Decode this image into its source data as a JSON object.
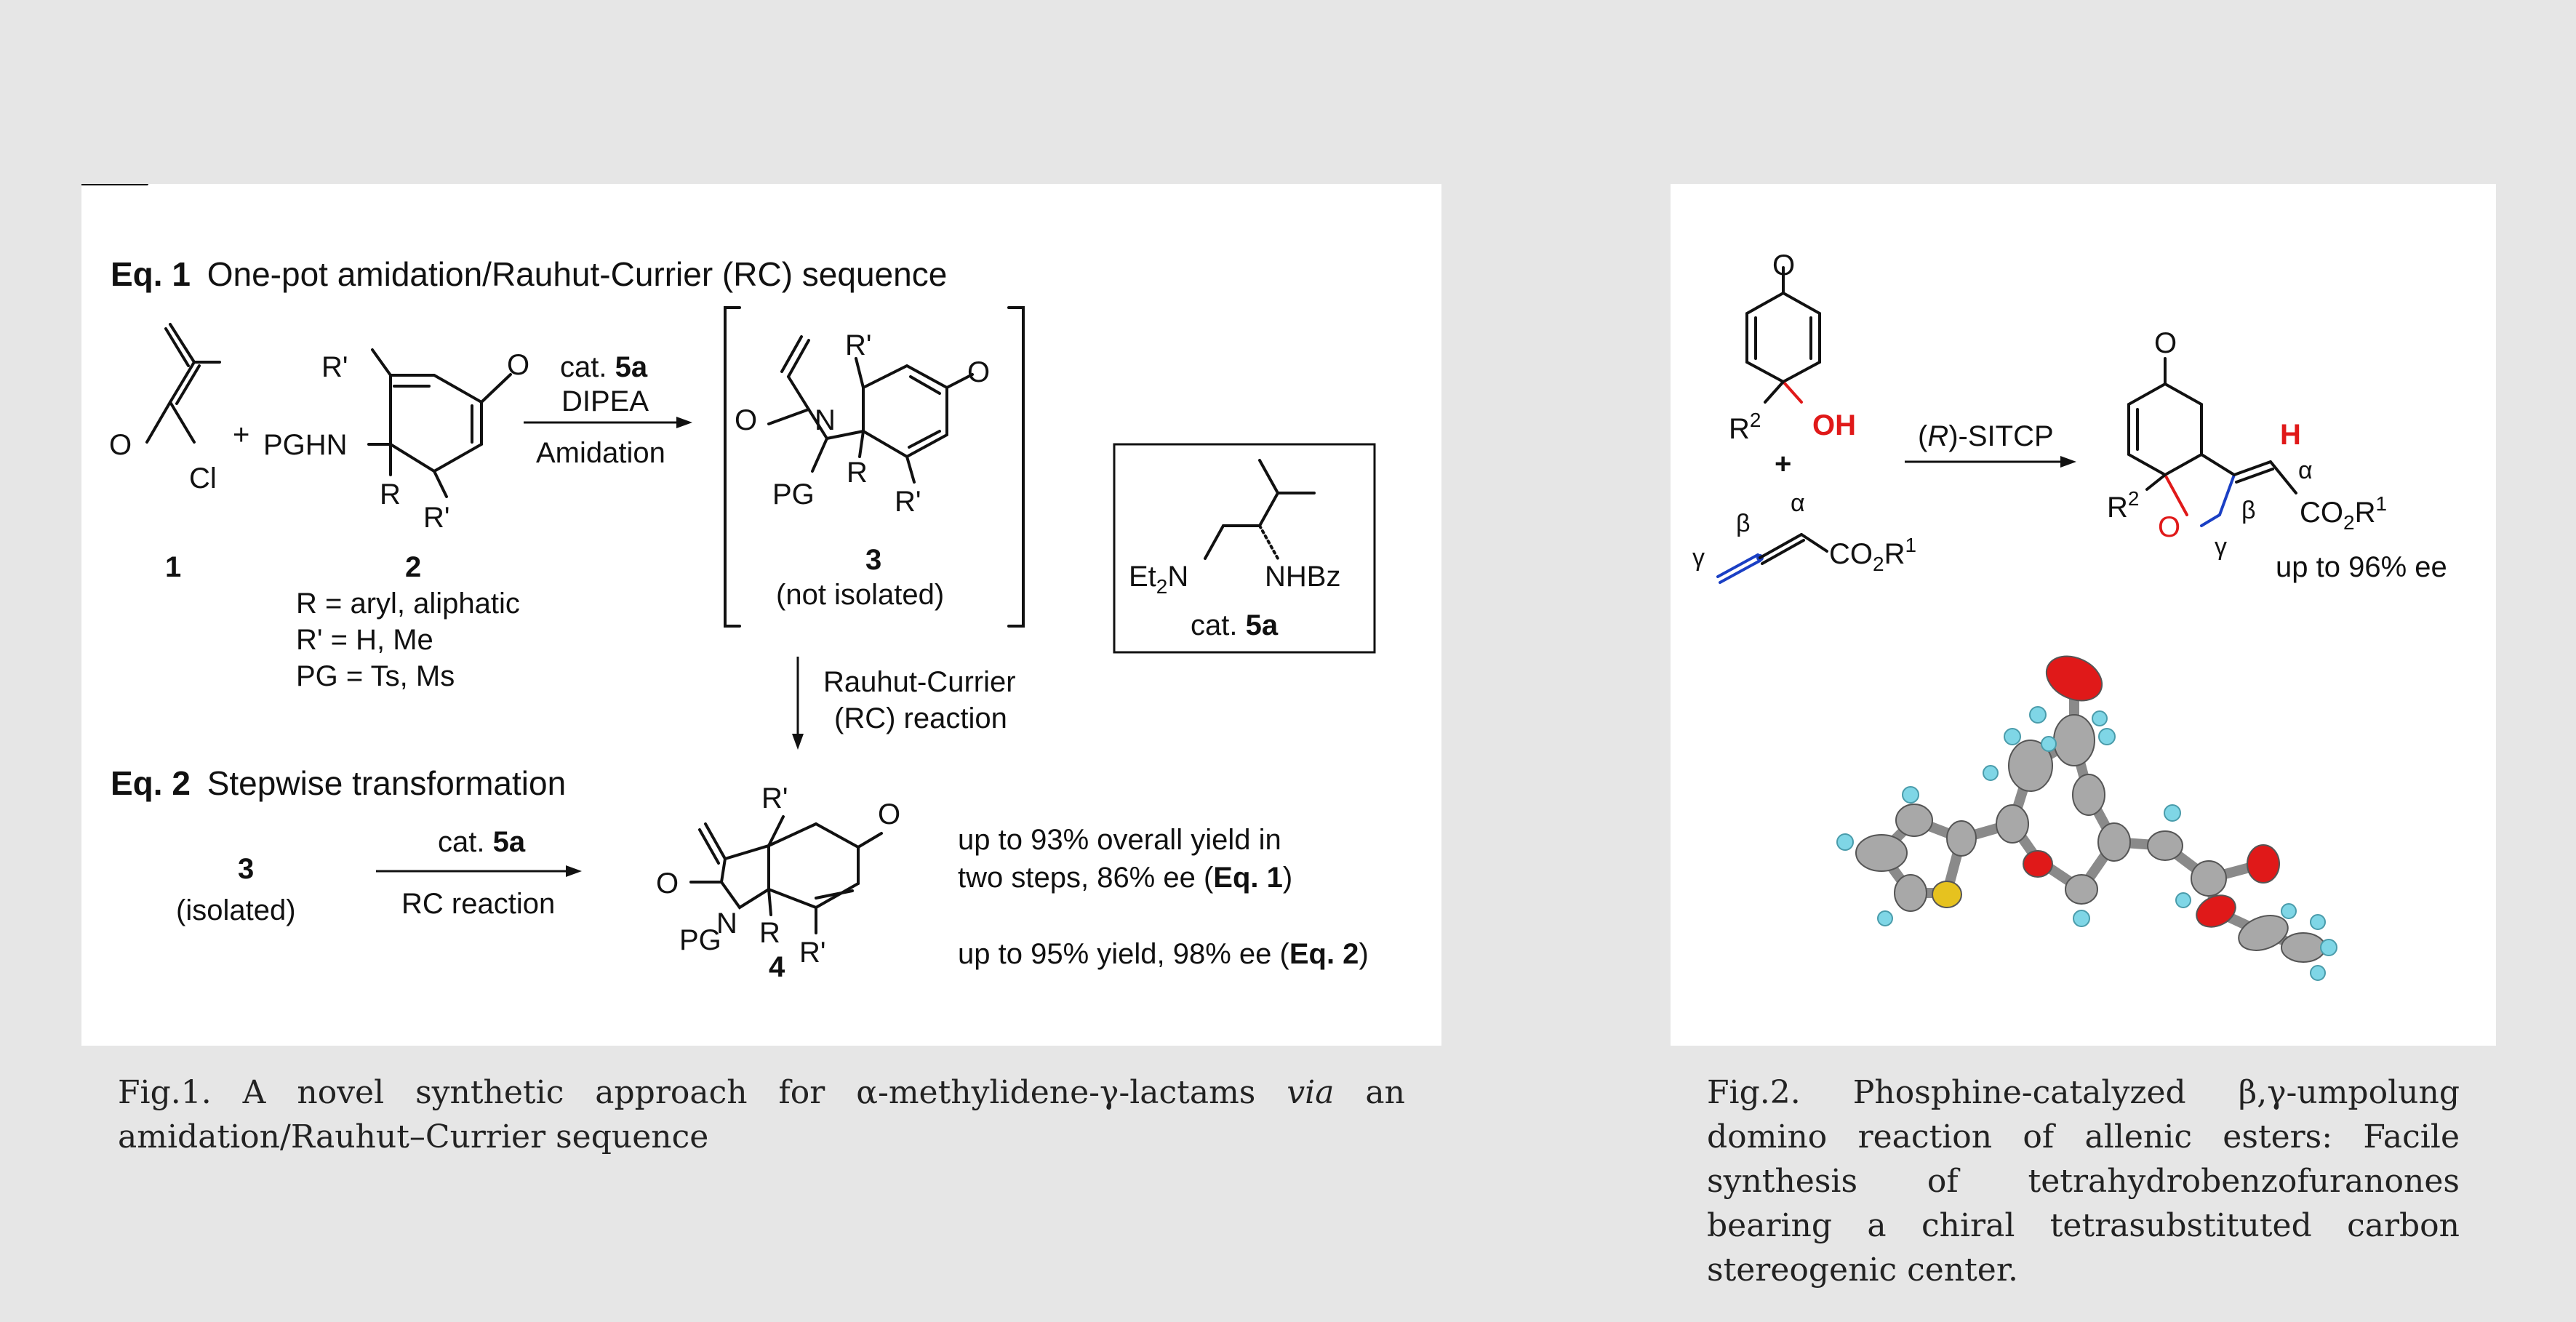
{
  "fig1": {
    "eq1_label": "Eq. 1",
    "eq1_title": "One-pot amidation/Rauhut-Currier (RC) sequence",
    "eq2_label": "Eq. 2",
    "eq2_title": "Stepwise transformation",
    "cmpd1_O": "O",
    "cmpd1_Cl": "Cl",
    "cmpd1_num": "1",
    "plus": "+",
    "cmpd2_Rp_top": "R'",
    "cmpd2_O": "O",
    "cmpd2_PGHN": "PGHN",
    "cmpd2_R": "R",
    "cmpd2_Rp_bot": "R'",
    "cmpd2_num": "2",
    "cmpd2_defs": [
      "R = aryl, aliphatic",
      "R' = H, Me",
      "PG = Ts, Ms"
    ],
    "arrow1_cat": "cat. ",
    "arrow1_cat_num": "5a",
    "arrow1_base": "DIPEA",
    "arrow1_label": "Amidation",
    "cmpd3_O1": "O",
    "cmpd3_N": "N",
    "cmpd3_PG": "PG",
    "cmpd3_R": "R",
    "cmpd3_Rp_top": "R'",
    "cmpd3_Rp_bot": "R'",
    "cmpd3_O2": "O",
    "cmpd3_num": "3",
    "cmpd3_note": "(not isolated)",
    "cat_Et2N": "Et",
    "cat_Et2N_sub": "2",
    "cat_N": "N",
    "cat_NHBz": "NHBz",
    "cat_label": "cat. ",
    "cat_label_num": "5a",
    "rc_line1": "Rauhut-Currier",
    "rc_line2": "(RC) reaction",
    "eq2_start_num": "3",
    "eq2_start_note": "(isolated)",
    "arrow2_cat": "cat. ",
    "arrow2_cat_num": "5a",
    "arrow2_label": "RC reaction",
    "cmpd4_O1": "O",
    "cmpd4_O2": "O",
    "cmpd4_N": "N",
    "cmpd4_PG": "PG",
    "cmpd4_R": "R",
    "cmpd4_Rp_top": "R'",
    "cmpd4_Rp_bot": "R'",
    "cmpd4_num": "4",
    "result1_line1": "up to 93% overall yield in",
    "result1_line2": "two steps, 86% ee (",
    "result1_ref": "Eq. 1",
    "result1_close": ")",
    "result2": "up to 95% yield, 98% ee (",
    "result2_ref": "Eq. 2",
    "result2_close": ")"
  },
  "fig2": {
    "sm_O": "O",
    "sm_R2": "R",
    "sm_R2_sup": "2",
    "sm_OH": "OH",
    "plus": "+",
    "gamma": "γ",
    "beta": "β",
    "alpha": "α",
    "allene_ester": "CO",
    "allene_ester_sub": "2",
    "allene_ester_R": "R",
    "allene_ester_sup": "1",
    "arrow_prefix": "(",
    "arrow_R": "R",
    "arrow_suffix": ")-SITCP",
    "prod_O": "O",
    "prod_H": "H",
    "prod_alpha": "α",
    "prod_beta": "β",
    "prod_gamma": "γ",
    "prod_R2": "R",
    "prod_R2_sup": "2",
    "prod_ringO": "O",
    "prod_ester": "CO",
    "prod_ester_sub": "2",
    "prod_ester_R": "R",
    "prod_ester_sup": "1",
    "prod_ee": "up to 96% ee"
  },
  "captions": {
    "fig1": "Fig.1. A novel synthetic approach for α-methylidene-γ-lactams ",
    "fig1_italic": "via",
    "fig1_end": " an amidation/Rauhut–Currier sequence",
    "fig2": "Fig.2. Phosphine-catalyzed β,γ-umpolung domino reaction of allenic esters: Facile synthesis of tetrahydrobenzofuranones bearing a chiral tetrasubstituted carbon stereogenic center."
  },
  "colors": {
    "background": "#e6e6e6",
    "panel": "#ffffff",
    "highlight_red": "#e01919",
    "highlight_blue": "#1a3fc4",
    "atom_carbon": "#a8a8a8",
    "atom_hydrogen": "#7fd6e6",
    "atom_sulfur": "#e6c21f",
    "atom_oxygen": "#e01919"
  }
}
